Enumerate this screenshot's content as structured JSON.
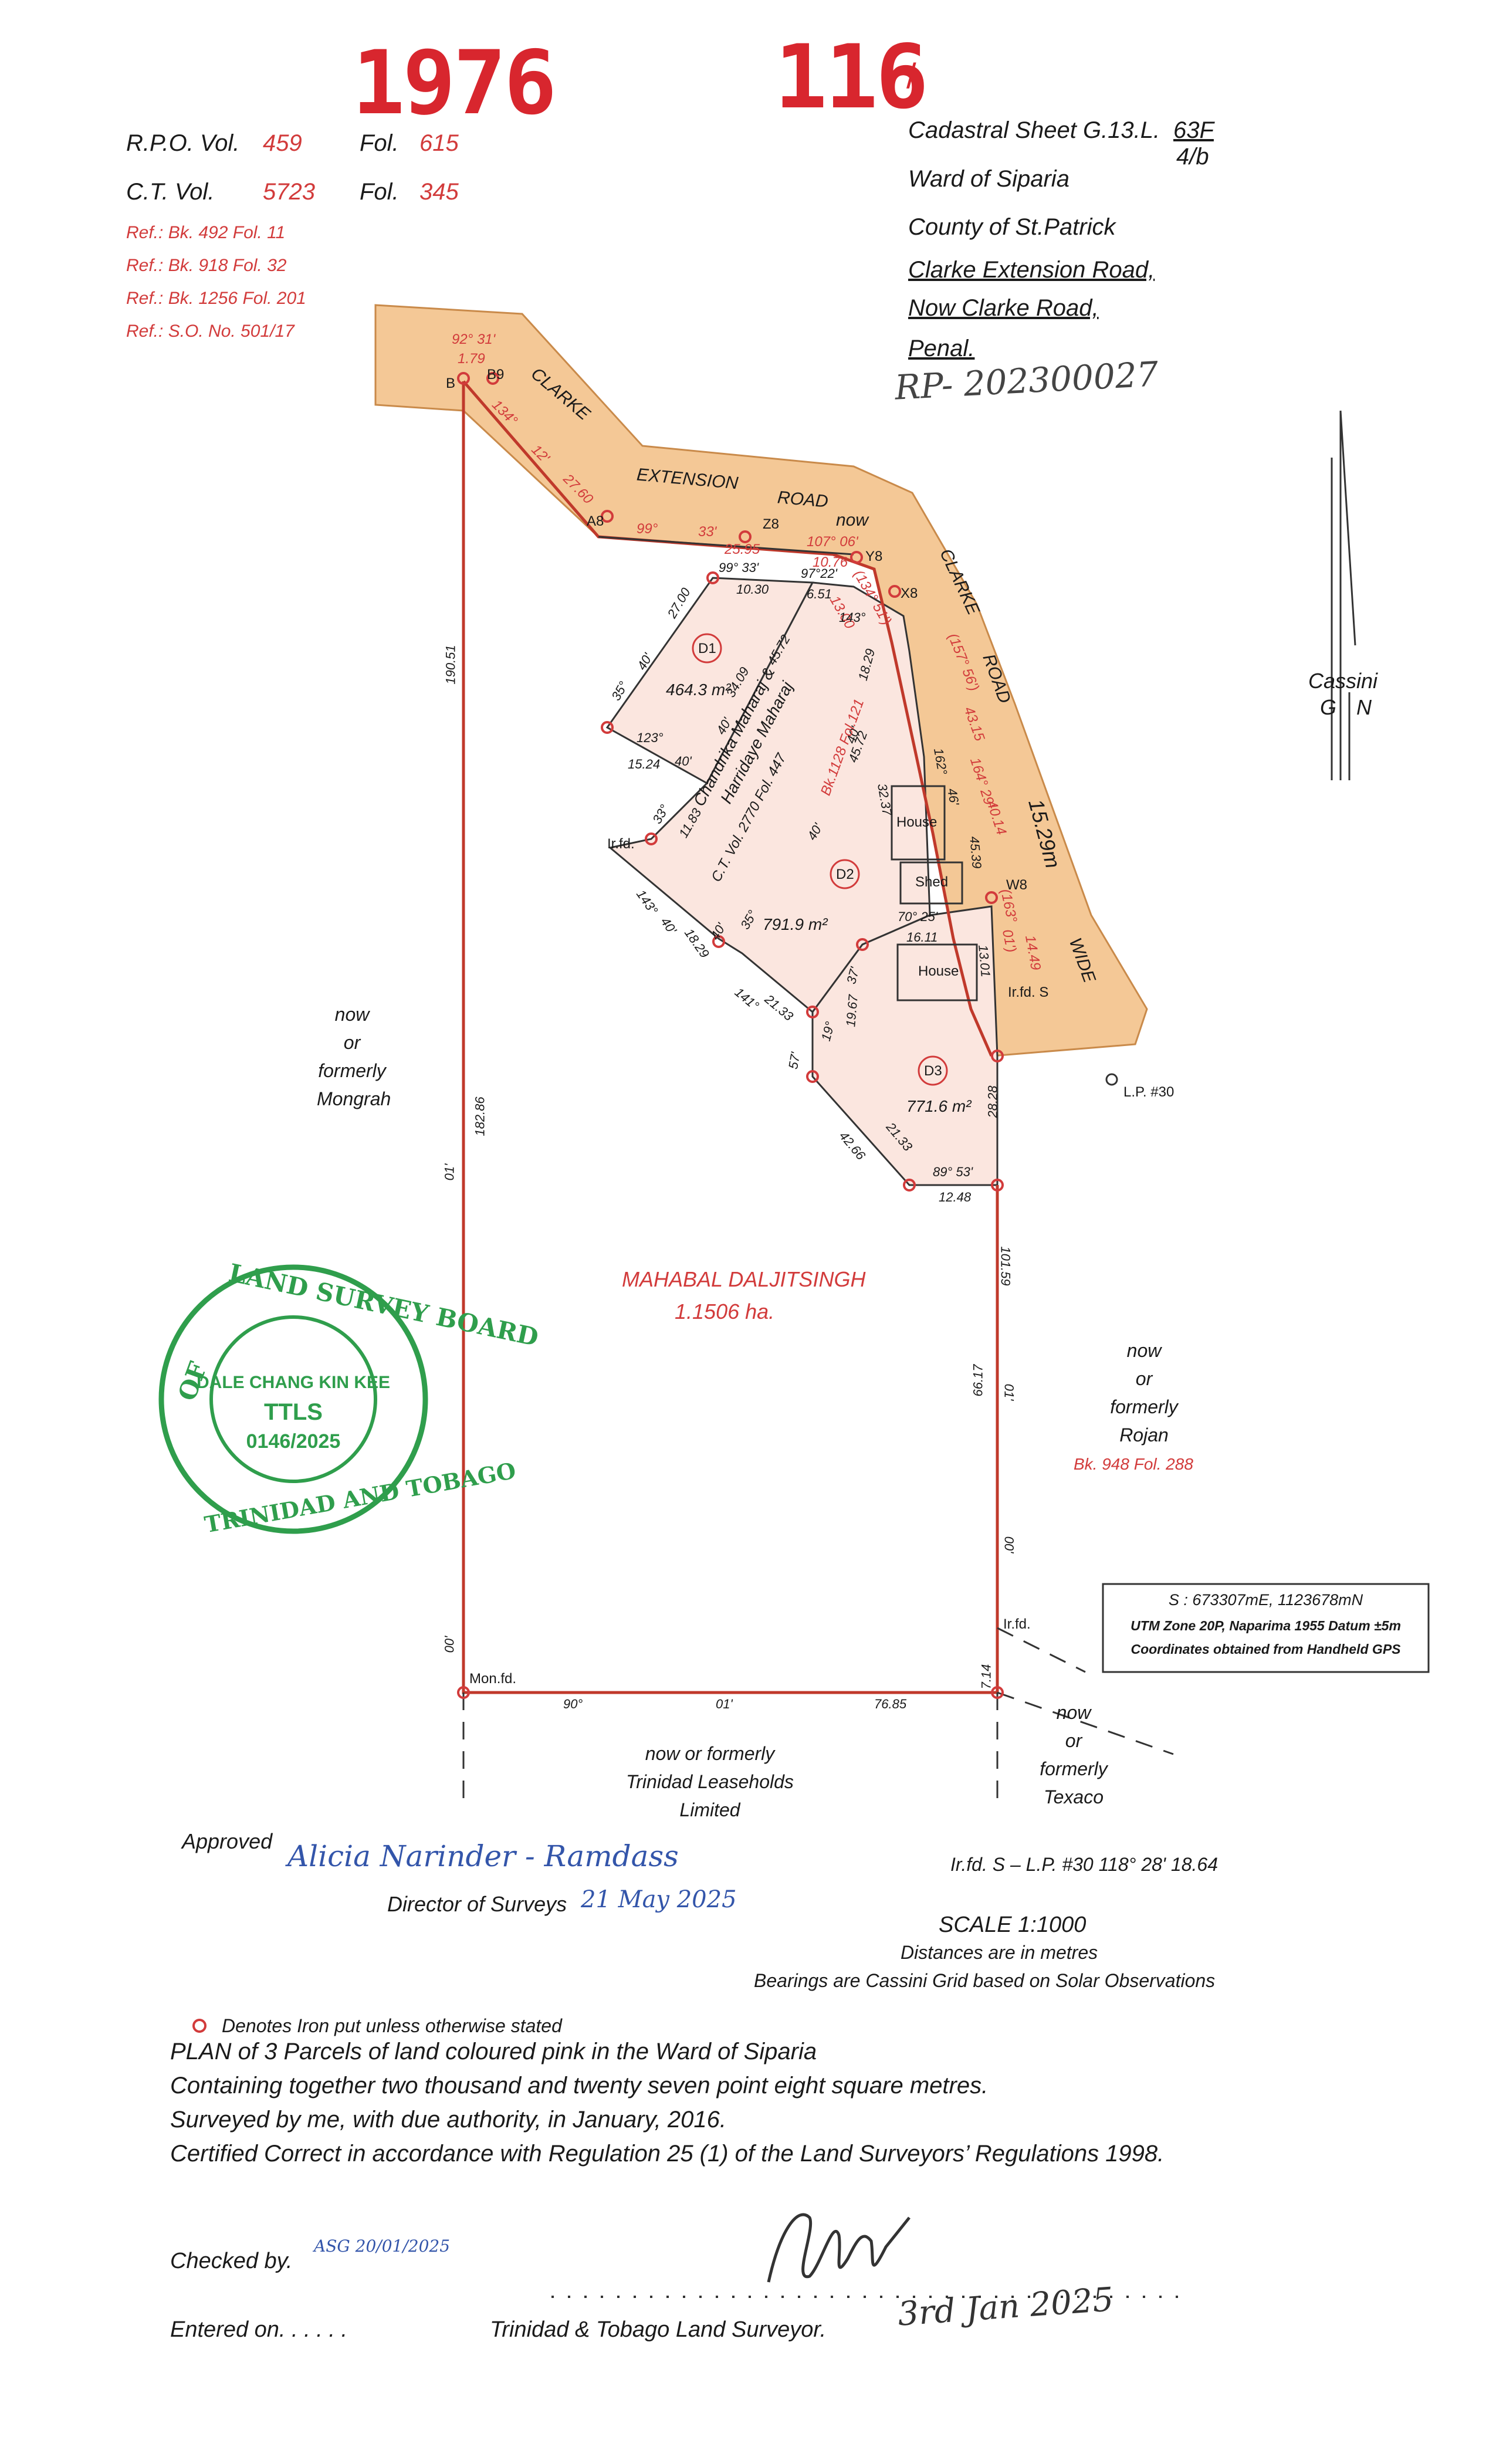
{
  "stamps": {
    "left": "1976",
    "right": "116",
    "slash": "/"
  },
  "registry": {
    "rpo_label": "R.P.O. Vol.",
    "rpo_vol": "459",
    "rpo_fol_label": "Fol.",
    "rpo_fol": "615",
    "ct_label": "C.T. Vol.",
    "ct_vol": "5723",
    "ct_fol_label": "Fol.",
    "ct_fol": "345",
    "refs": [
      "Ref.: Bk.  492 Fol. 11",
      "Ref.: Bk.  918 Fol. 32",
      "Ref.: Bk. 1256 Fol. 201",
      "Ref.: S.O. No. 501/17"
    ]
  },
  "cadastral": {
    "sheet_label": "Cadastral Sheet G.13.L.",
    "sheet_num": "63F",
    "sheet_sub": "4/b",
    "ward": "Ward of Siparia",
    "county": "County of St.Patrick",
    "road1": "Clarke Extension Road,",
    "road2": "Now Clarke Road,",
    "place": "Penal.",
    "rp_number": "RP- 202300027"
  },
  "north": {
    "label": "Cassini",
    "sub": "G",
    "sub2": "N"
  },
  "map": {
    "road_labels": [
      "CLARKE",
      "EXTENSION",
      "ROAD",
      "now",
      "CLARKE",
      "ROAD",
      "15.29m",
      "WIDE"
    ],
    "stations": [
      "B",
      "B9",
      "A8",
      "Z8",
      "Y8",
      "X8",
      "W8",
      "Ir.fd. S",
      "L.P. #30",
      "Ir.fd.",
      "Ir.fd.",
      "Mon.fd."
    ],
    "road_dims": [
      "92° 31'",
      "1.79",
      "134°",
      "12'",
      "27.60",
      "99°",
      "33'",
      "25.95",
      "107° 06'",
      "10.76",
      "(134° 51')",
      "13.00",
      "(157° 56')",
      "43.15",
      "164° 29'",
      "40.14",
      "(163°",
      "01')",
      "14.49"
    ],
    "parcels": [
      {
        "id": "D1",
        "area": "464.3 m²"
      },
      {
        "id": "D2",
        "area": "791.9 m²"
      },
      {
        "id": "D3",
        "area": "771.6 m²"
      }
    ],
    "parcel_dims": [
      "99° 33'",
      "97°22'",
      "10.30",
      "6.51",
      "143°",
      "27.00",
      "45.72",
      "18.29",
      "40'",
      "35°",
      "40'",
      "123°",
      "40'",
      "15.24",
      "40'",
      "33°",
      "11.83",
      "34.09",
      "45.72",
      "40'",
      "162°",
      "46'",
      "32.37",
      "45.39",
      "70° 25'",
      "16.11",
      "13.01",
      "143°",
      "40'",
      "18.29",
      "40'",
      "35°",
      "141°",
      "21.33",
      "19°",
      "37'",
      "19.67",
      "57'",
      "21.33",
      "42.66",
      "28.28",
      "89° 53'",
      "12.48"
    ],
    "owners_diag": [
      "Chandrika Maharaj &",
      "Harridaye Maharaj"
    ],
    "ct_diag": "C.T. Vol. 2770 Fol. 447",
    "bk_diag": "Bk.1128 Fol.121",
    "buildings": [
      "House",
      "Shed",
      "House"
    ],
    "boundary_dims": [
      "190.51",
      "01'",
      "182.86",
      "00'",
      "101.59",
      "66.17",
      "01'",
      "00'",
      "90°",
      "01'",
      "76.85",
      "7.14"
    ],
    "main_owner": "MAHABAL DALJITSINGH",
    "main_area": "1.1506 ha.",
    "adj_west": [
      "now",
      "or",
      "formerly",
      "Mongrah"
    ],
    "adj_east": [
      "now",
      "or",
      "formerly",
      "Rojan"
    ],
    "adj_east_ref": "Bk. 948 Fol. 288",
    "adj_south": [
      "now or formerly",
      "Trinidad Leaseholds",
      "Limited"
    ],
    "adj_se": [
      "now",
      "or",
      "formerly",
      "Texaco"
    ]
  },
  "coord_box": {
    "line1": "S : 673307mE, 1123678mN",
    "line2": "UTM Zone 20P, Naparima 1955 Datum ±5m",
    "line3": "Coordinates obtained from Handheld GPS"
  },
  "seal": {
    "ring_top": "LAND SURVEY BOARD",
    "ring_left": "OF",
    "ring_bottom": "TRINIDAD AND TOBAGO",
    "name": "DALE CHANG KIN KEE",
    "title": "TTLS",
    "number": "0146/2025",
    "color": "#2f9e4c"
  },
  "approval": {
    "approved_label": "Approved",
    "signature": "Alicia Narinder - Ramdass",
    "director_label": "Director of Surveys",
    "date_hand": "21 May 2025"
  },
  "survey_meta": {
    "bearing_line": "Ir.fd. S  –  L.P. #30     118° 28' 18.64",
    "scale": "SCALE 1:1000",
    "distances": "Distances are in metres",
    "bearings": "Bearings are Cassini Grid based on Solar Observations",
    "legend": "Denotes Iron put unless otherwise stated"
  },
  "plan_text": [
    "PLAN of 3 Parcels of land coloured pink in the Ward of Siparia",
    "Containing together two thousand and twenty seven point eight square metres.",
    "Surveyed by me, with due authority, in January, 2016.",
    "Certified Correct in accordance with Regulation 25 (1) of the Land Surveyors’ Regulations 1998."
  ],
  "footer": {
    "checked_label": "Checked by.",
    "checked_hand": "ASG 20/01/2025",
    "entered_label": "Entered on. . . . . .",
    "surveyor_label": "Trinidad & Tobago Land Surveyor.",
    "surveyor_date": "3rd Jan 2025"
  }
}
